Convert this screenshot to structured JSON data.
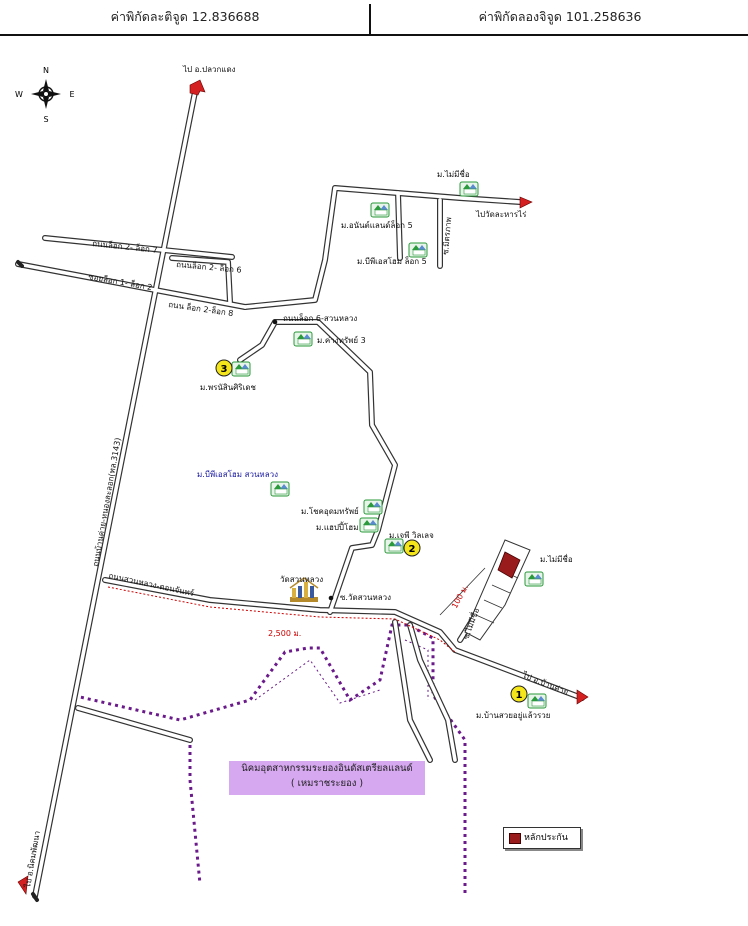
{
  "header": {
    "latitude": "ค่าพิกัดละติจูด 12.836688",
    "longitude": "ค่าพิกัดลองจิจูด 101.258636"
  },
  "compass": {
    "n": "N",
    "s": "S",
    "e": "E",
    "w": "W"
  },
  "roads": {
    "main_highway": "ถนนบ้านค่าย-หนองละลอก(ทล.3143)",
    "to_pluak_daeng": "ไป อ.ปลวกแดง",
    "to_nikhom_phatthana": "ไป อ.นิคมพัฒนา",
    "lock2_lock7": "ถนนล็อก 2- ล็อก 7",
    "lock2_lock6": "ถนนล็อก 2- ล็อก 6",
    "soi_lock1_lock2": "ซอยล็อก 1- ล็อก 2",
    "lock2_lock8": "ถนน ล็อก 2-ล็อก 8",
    "lock6_suanluang": "ถนนล็อก 6-สวนหลวง",
    "to_wat_la_han_rai": "ไปวัดละหารไร่",
    "mitraphap": "ซ.มิตรภาพ",
    "suanluang_donchan": "ถนนสวนหลวง-ดอนจันทร์",
    "soi_wat_suanluang": "ซ.วัดสวนหลวง",
    "soi_mai_mee_chue": "ซ.ไม่มีชื่อ",
    "to_ban_khai": "ไป อ.บ้านค่าย"
  },
  "villages": {
    "mai_mee_chue_top": "ม.ไม่มีชื่อ",
    "anan_lock5": "ม.อนันต์แลนด์ล็อก 5",
    "bps_lock5": "ม.บีพีเอสโฮม ล็อก 5",
    "karn_sap_3": "ม.ค่างทรัพย์ 3",
    "phon_sin_siri": "ม.พรนัสินศิริเดช",
    "bps_suanluang": "ม.บีพีเอสโฮม สวนหลวง",
    "chok_udom": "ม.โชคอุดมทรัพย์",
    "happy_home": "ม.แฮปปี้โฮม",
    "jp_villa": "ม.เจพี วิลเลจ",
    "mai_mee_chue_right": "ม.ไม่มีชื่อ",
    "ban_suai": "ม.บ้านสวยอยู่แล้วรวย"
  },
  "landmarks": {
    "temple": "วัดสวนหลวง",
    "distance_2500": "2,500 ม.",
    "distance_100": "100 ม."
  },
  "markers": [
    "1",
    "2",
    "3"
  ],
  "estate": {
    "line1": "นิคมอุตสาหกรรมระยองอินดัสเตรียลแลนด์",
    "line2": "( เหมราชระยอง )"
  },
  "legend": {
    "label": "หลักประกัน"
  },
  "colors": {
    "road_fill": "#ffffff",
    "road_edge": "#333333",
    "arrow": "#d42020",
    "estate_border": "#6a1a8a",
    "estate_fill": "#d6a8f0",
    "distance_line": "#cc0000",
    "marker": "#f5e51b",
    "village_icon": "#2a9a3a",
    "collateral": "#9a1b1b"
  }
}
